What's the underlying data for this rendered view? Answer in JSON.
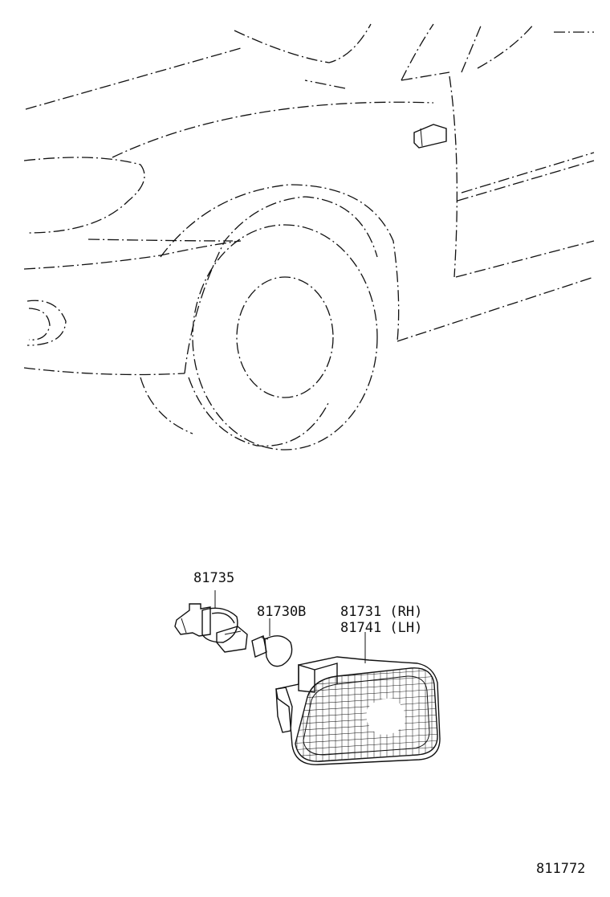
{
  "callouts": {
    "socket": "81735",
    "bulb": "81730B",
    "lamp_rh": "81731 (RH)",
    "lamp_lh": "81741 (LH)"
  },
  "figure_id": "811772"
}
